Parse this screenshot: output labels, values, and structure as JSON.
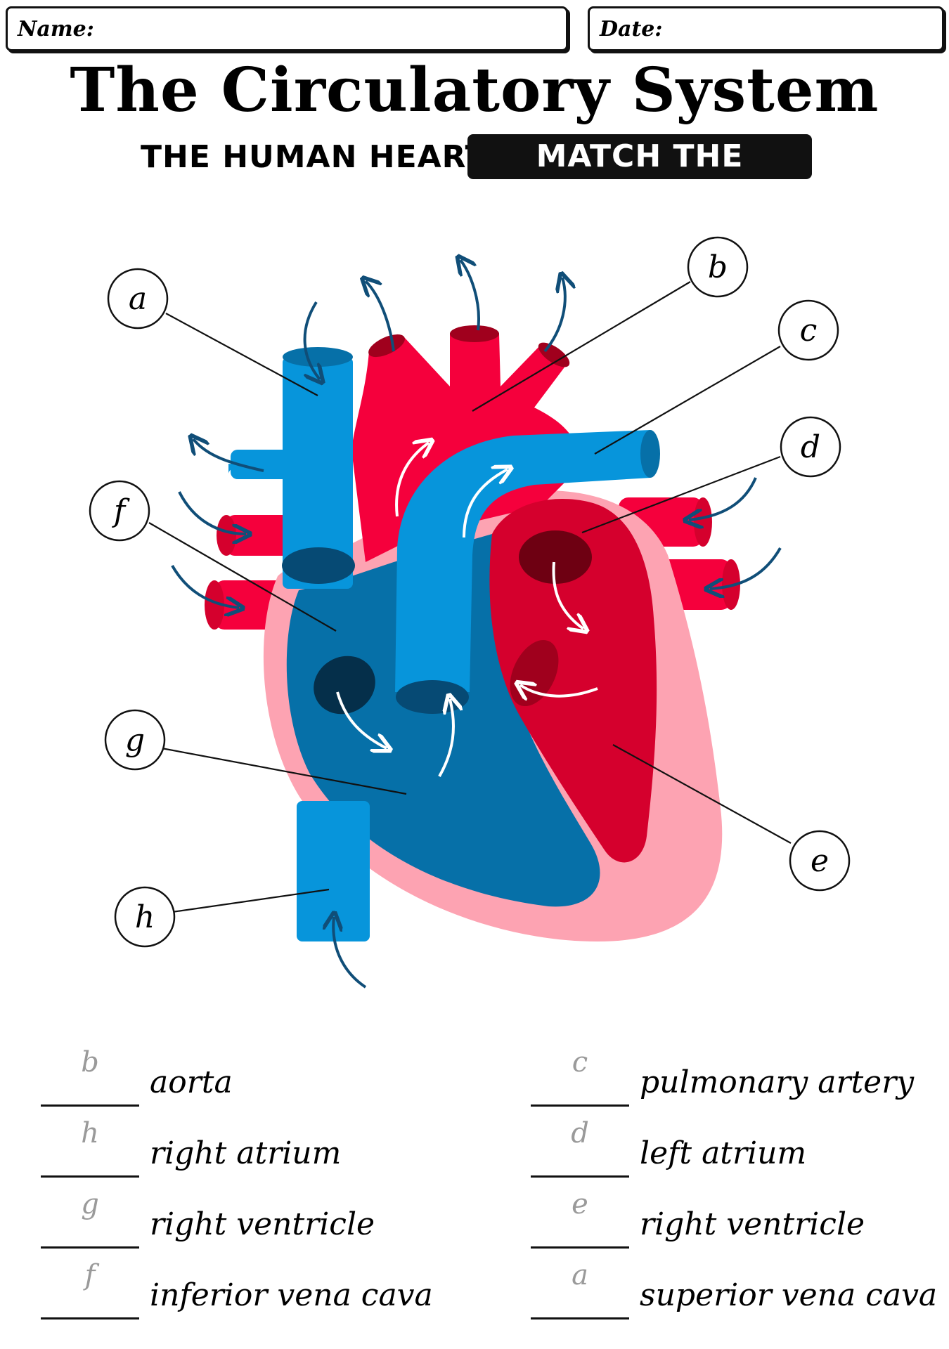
{
  "header": {
    "name_label": "Name:",
    "date_label": "Date:",
    "title": "The Circulatory System",
    "subtitle": "THE HUMAN HEART",
    "badge": "MATCH THE LABELS"
  },
  "diagram": {
    "callouts": [
      "a",
      "b",
      "c",
      "d",
      "e",
      "f",
      "g",
      "h"
    ],
    "colors": {
      "vein_blue": "#0795db",
      "ventricle_blue": "#0670a8",
      "artery_red": "#f5003c",
      "dark_red": "#d5002d",
      "pericardium_pink": "#fda3b2",
      "arrow_navy": "#104e78"
    }
  },
  "answers": {
    "left": [
      {
        "answer": "b",
        "label": "aorta"
      },
      {
        "answer": "h",
        "label": "right atrium"
      },
      {
        "answer": "g",
        "label": "right ventricle"
      },
      {
        "answer": "f",
        "label": "inferior vena cava"
      }
    ],
    "right": [
      {
        "answer": "c",
        "label": "pulmonary artery"
      },
      {
        "answer": "d",
        "label": "left atrium"
      },
      {
        "answer": "e",
        "label": "right ventricle"
      },
      {
        "answer": "a",
        "label": "superior vena cava"
      }
    ]
  }
}
